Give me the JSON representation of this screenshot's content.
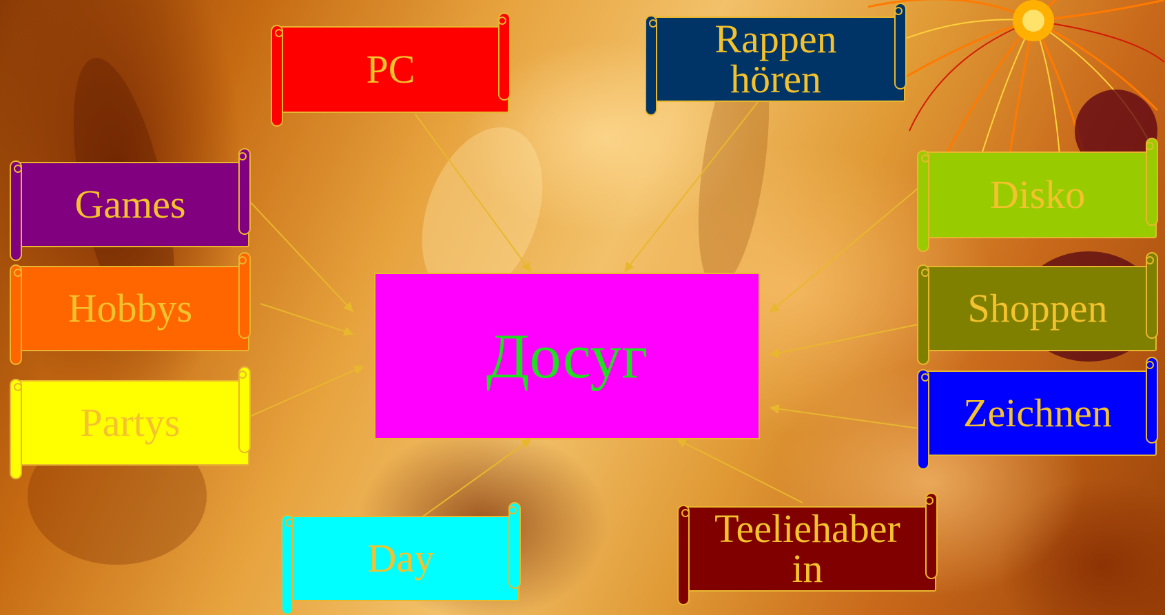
{
  "slide": {
    "center": {
      "label": "Досуг",
      "fill": "#ff00ff",
      "text_color": "#22dd22"
    },
    "text_color": "#f3c22d",
    "border_color": "#e9b72e",
    "nodes": [
      {
        "id": "pc",
        "label": "PC",
        "fill": "#ff0000"
      },
      {
        "id": "rappen",
        "label": "Rappen hören",
        "fill": "#003366"
      },
      {
        "id": "games",
        "label": "Games",
        "fill": "#800080"
      },
      {
        "id": "hobbys",
        "label": "Hobbys",
        "fill": "#ff6600"
      },
      {
        "id": "partys",
        "label": "Partys",
        "fill": "#ffff00"
      },
      {
        "id": "disko",
        "label": "Disko",
        "fill": "#99cc00"
      },
      {
        "id": "shoppen",
        "label": "Shoppen",
        "fill": "#808000"
      },
      {
        "id": "zeichnen",
        "label": "Zeichnen",
        "fill": "#0000ff"
      },
      {
        "id": "day",
        "label": "Day",
        "fill": "#00ffff"
      },
      {
        "id": "teeliehaber",
        "label": "Teeliehaber in",
        "fill": "#800000"
      }
    ]
  }
}
